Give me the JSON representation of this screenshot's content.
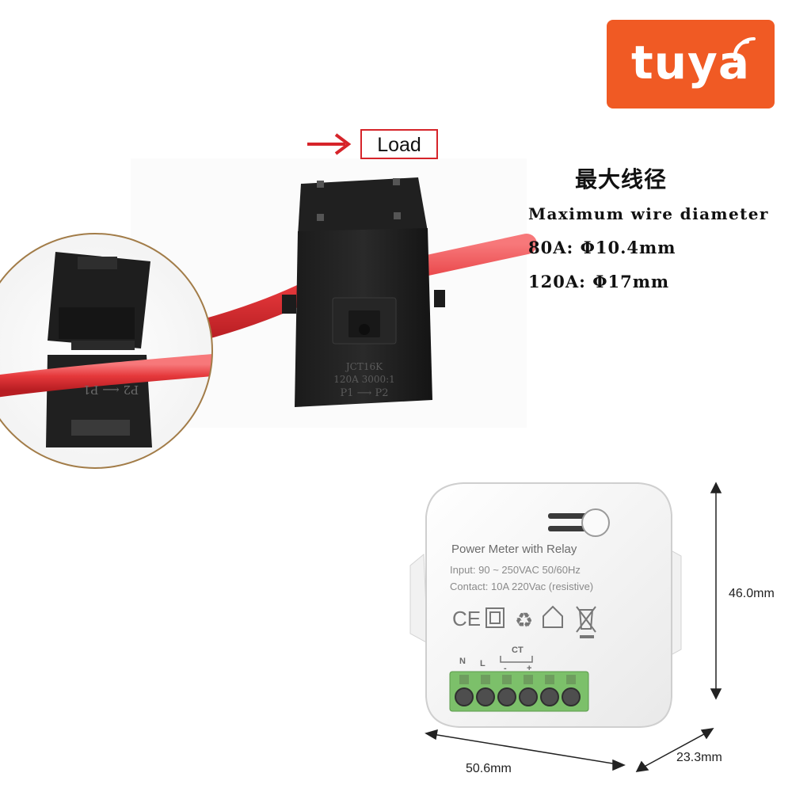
{
  "logo": {
    "text": "tuya",
    "color": "#f05a24"
  },
  "load_label": "Load",
  "wire_spec": {
    "title_cn": "最大线径",
    "title_en": "Maximum wire diameter",
    "line_80a": "80A: Φ10.4mm",
    "line_120a": "120A: Φ17mm"
  },
  "ct_clamp": {
    "marking_line1": "JCT16K",
    "marking_line2": "120A  3000:1",
    "marking_line3": "P1 ⟶ P2"
  },
  "relay": {
    "title": "Power Meter with Relay",
    "input": "Input: 90 ~ 250VAC 50/60Hz",
    "contact": "Contact: 10A 220Vac (resistive)",
    "terminals": {
      "n": "N",
      "l": "L",
      "ct": "CT",
      "minus": "-",
      "plus": "+"
    }
  },
  "dimensions": {
    "height": "46.0mm",
    "depth": "23.3mm",
    "width": "50.6mm"
  },
  "colors": {
    "wire_red": "#e5383b",
    "arrow_red": "#d6242a",
    "terminal_green": "#7cc06a"
  }
}
